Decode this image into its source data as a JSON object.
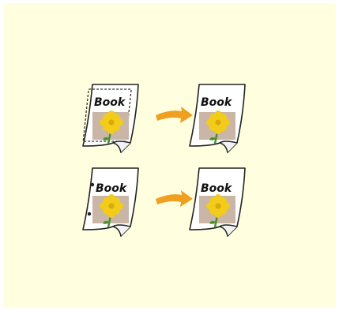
{
  "pages": [
    {
      "role": "original-with-border-shadow",
      "label": "Book",
      "icon": "page-with-dashed-shadow-icon"
    },
    {
      "role": "result-erased",
      "label": "Book",
      "icon": "clean-page-icon"
    },
    {
      "role": "original-with-punch-holes",
      "label": "Book",
      "icon": "page-with-punch-holes-icon"
    },
    {
      "role": "result-erased",
      "label": "Book",
      "icon": "clean-page-icon"
    }
  ],
  "arrows": [
    {
      "icon": "right-arrow-icon"
    },
    {
      "icon": "right-arrow-icon"
    }
  ],
  "colors": {
    "background": "#ffffe0",
    "page_fill": "#ffffff",
    "page_stroke": "#222222",
    "photo": "#c9b6a6",
    "flower": "#f2cc18",
    "stem": "#4d8f32",
    "arrow": "#f0a020"
  }
}
